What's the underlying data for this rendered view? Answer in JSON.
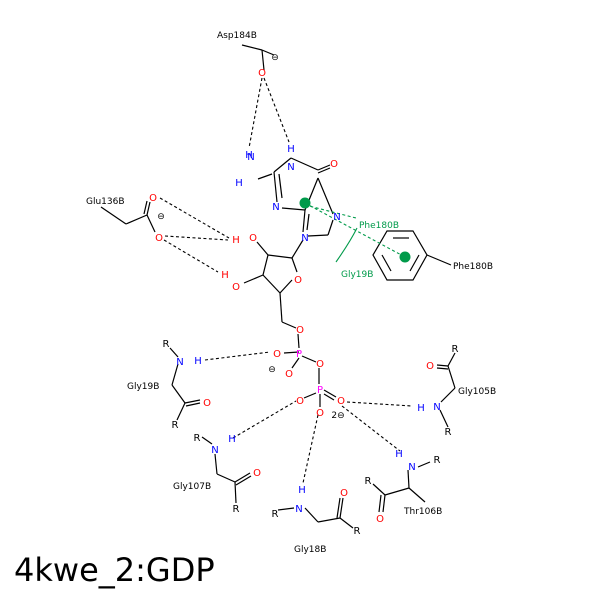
{
  "title": "4kwe_2:GDP",
  "colors": {
    "carbon": "#000000",
    "oxygen": "#ff0000",
    "nitrogen": "#0000ff",
    "phosphorus": "#ff00ff",
    "hydrophobic": "#009a4a"
  },
  "residues": {
    "asp184": "Asp184B",
    "glu136": "Glu136B",
    "phe180_ring": "Phe180B",
    "phe180_contact": "Phe180B",
    "gly19_contact": "Gly19B",
    "gly19": "Gly19B",
    "gly105": "Gly105B",
    "gly107": "Gly107B",
    "thr106": "Thr106B",
    "gly18": "Gly18B"
  },
  "atoms": {
    "O": "O",
    "N": "N",
    "H": "H",
    "P": "P",
    "R": "R"
  },
  "charges": {
    "minus": "⊖",
    "two_minus": "2⊖"
  }
}
